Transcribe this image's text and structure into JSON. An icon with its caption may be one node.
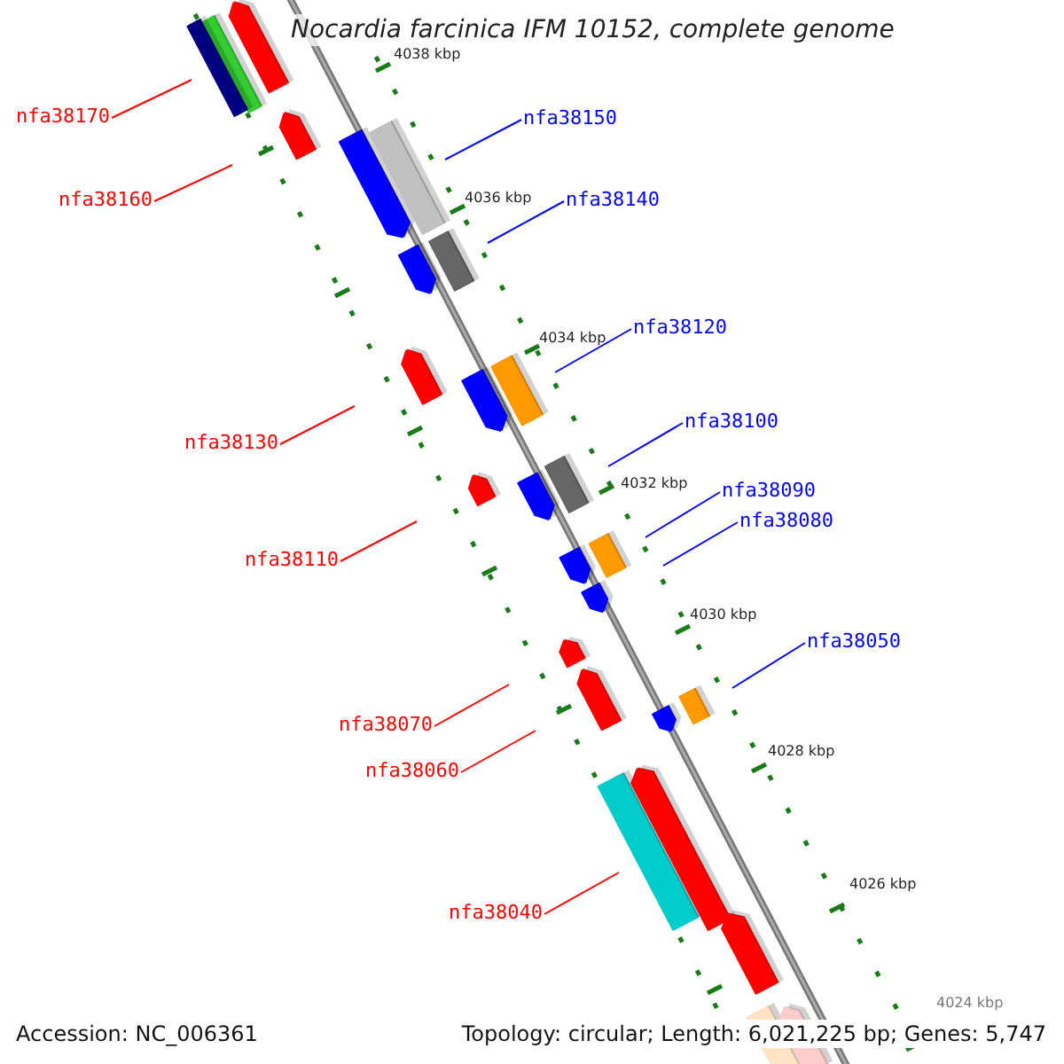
{
  "diagram": {
    "title": "Nocardia farcinica IFM 10152, complete genome",
    "nodes": [
      {
        "text": [
          "nfa38170"
        ]
      },
      {
        "text": [
          "nfa38150"
        ]
      },
      {
        "text": [
          "nfa38160"
        ]
      },
      {
        "text": [
          "nfa38140"
        ]
      },
      {
        "text": [
          "nfa38120"
        ]
      },
      {
        "text": [
          "nfa38100"
        ]
      },
      {
        "text": [
          "nfa38130"
        ]
      },
      {
        "text": [
          "nfa38090"
        ]
      },
      {
        "text": [
          "nfa38080"
        ]
      },
      {
        "text": [
          "nfa38110"
        ]
      },
      {
        "text": [
          "nfa38050"
        ]
      },
      {
        "text": [
          "nfa38070"
        ]
      },
      {
        "text": [
          "nfa38060"
        ]
      },
      {
        "text": [
          "nfa38040"
        ]
      }
    ],
    "edges": [
      {
        "from": 0,
        "to": null,
        "arrow": "none"
      },
      {
        "from": 1,
        "to": null,
        "arrow": "none",
        "color": "#0000ff"
      },
      {
        "from": 2,
        "to": null,
        "arrow": "none"
      },
      {
        "from": 3,
        "to": null,
        "arrow": "none",
        "color": "#0000ff"
      },
      {
        "from": 4,
        "to": null,
        "arrow": "none",
        "color": "#0000ff"
      },
      {
        "from": 5,
        "to": null,
        "arrow": "none",
        "color": "#0000ff"
      },
      {
        "from": 6,
        "to": null,
        "arrow": "none"
      },
      {
        "from": 7,
        "to": null,
        "arrow": "none",
        "color": "#0000ff"
      },
      {
        "from": 8,
        "to": null,
        "arrow": "none",
        "color": "#0000ff"
      },
      {
        "from": 9,
        "to": null,
        "arrow": "none"
      },
      {
        "from": 10,
        "to": null,
        "arrow": "none",
        "color": "#0000ff"
      },
      {
        "from": 11,
        "to": null,
        "arrow": "none"
      },
      {
        "from": 12,
        "to": null,
        "arrow": "none"
      },
      {
        "from": 13,
        "to": null,
        "arrow": "none"
      }
    ],
    "labels": [
      "4038 kbp",
      "4036 kbp",
      "4034 kbp",
      "4032 kbp",
      "4030 kbp",
      "4028 kbp",
      "4026 kbp",
      "4024 kbp",
      "Accession: NC_006361",
      "Topology: circular; Length: 6,021,225 bp; Genes: 5,747"
    ]
  }
}
